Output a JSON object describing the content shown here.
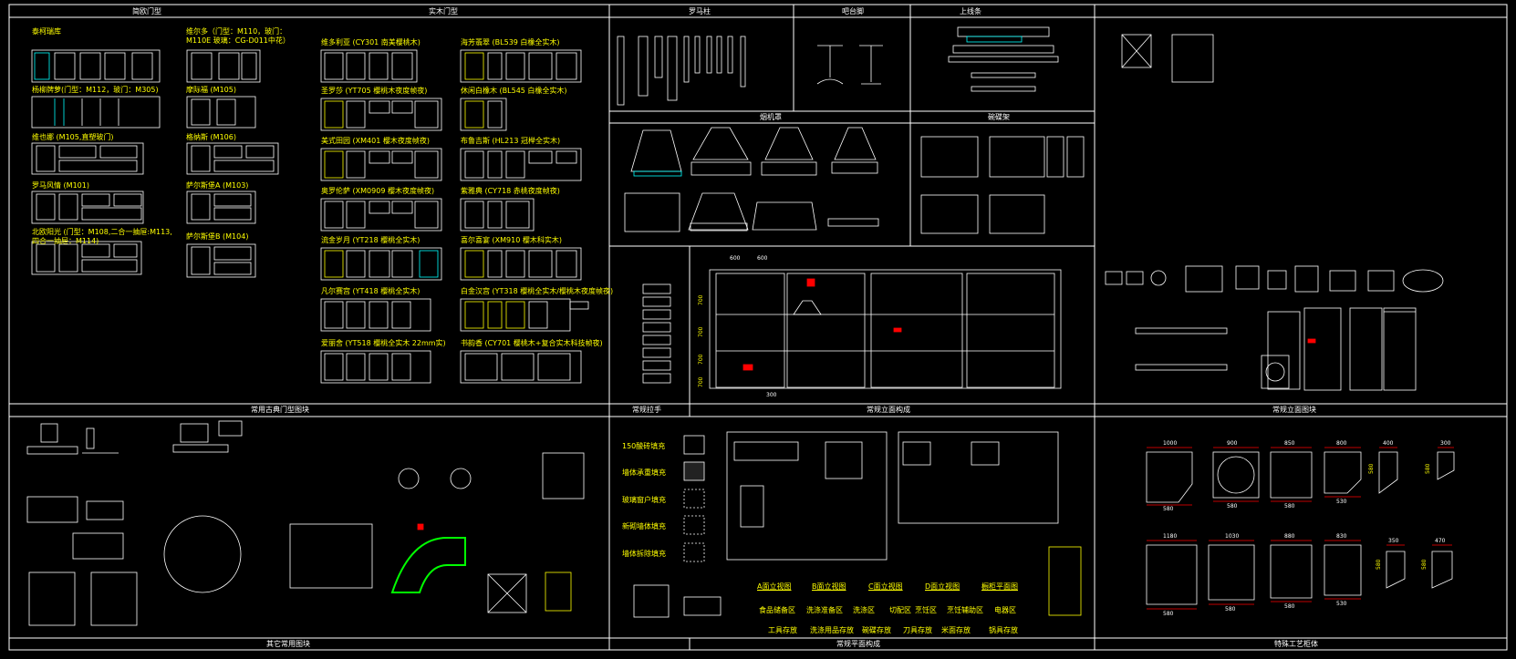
{
  "colors": {
    "bg": "#000000",
    "line": "#ffffff",
    "accent_yellow": "#ffff00",
    "accent_cyan": "#00ffff",
    "accent_red": "#ff0000",
    "accent_green": "#00ff00"
  },
  "headers": {
    "europe_door": "简欧门型",
    "solid_door": "实木门型",
    "roman_column": "罗马柱",
    "bar_stand": "吧台脚",
    "top_line": "上线条",
    "range_hood": "烟机罩",
    "shelf": "碗碟架",
    "classical_doors": "常用古典门型图块",
    "handles": "常规拉手",
    "elevation": "常规立面构成",
    "elevation_blocks": "常规立面图块",
    "other_blocks": "其它常用图块",
    "plan": "常规平面构成",
    "special": "特殊工艺柜体"
  },
  "europe_labels": [
    "泰柯瑞库",
    "维尔多（门型：M110，玻门：\nM110E 玻璃：CG-D011中花）",
    "杨柳牌萝(门型：M112，玻门：M305)",
    "摩际福 (M105)",
    "维也娜 (M105,直塑玻门)",
    "格纳斯 (M106)",
    "罗马风情 (M101)",
    "萨尔斯堡A (M103)",
    "北欧阳光 (门型：M108,二合一抽屉:M113,\n四合一抽屉：M114)",
    "萨尔斯堡B (M104)"
  ],
  "solid_labels": [
    "维多利亚 (CY301 南美樱桃木)",
    "海芳翡翠 (BL539 白橡全实木)",
    "圣罗莎 (YT705 樱桃木夜度帧夜)",
    "休闲白橡木 (BL545 白橡全实木)",
    "美式田园 (XM401 樱木夜度帧夜)",
    "布鲁吉斯 (HL213 冠榉全实木)",
    "奥罗伦萨 (XM0909 樱木夜度帧夜)",
    "紫雅典 (CY718 赤桃夜度帧夜)",
    "流金岁月 (YT218 樱桃全实木)",
    "喜尔喜宴 (XM910 樱木科实木)",
    "凡尔赛宫 (YT418 樱桃全实木)",
    "白金汉宫 (YT318 樱桃全实木/樱桃木夜度帧夜)",
    "爱丽舍 (YT518 樱桃全实木 22mm实)",
    "书韵香 (CY701 樱桃木+复合实木科技帧夜)"
  ],
  "fills": [
    "150酸砖填充",
    "墙体承重填充",
    "玻璃窗户填充",
    "新砌墙体填充",
    "墙体拆除填充"
  ],
  "plan_tags": [
    "A面立视图",
    "B面立视图",
    "C面立视图",
    "D面立视图",
    "橱柜平面图"
  ],
  "plan_zones_1": [
    "食品储备区",
    "洗涤准备区",
    "洗涤区",
    "切配区",
    "烹饪区",
    "烹饪辅助区",
    "电器区"
  ],
  "plan_zones_2": [
    "工具存放",
    "洗涤用品存放",
    "碗碟存放",
    "刀具存放",
    "米面存放",
    "锅具存放"
  ],
  "elevation_dims": {
    "top": [
      "600",
      "600"
    ],
    "side": [
      "700",
      "700",
      "700",
      "700"
    ],
    "bottom": "300"
  },
  "special_dims_top": [
    "1000",
    "900",
    "850",
    "800",
    "400",
    "300"
  ],
  "special_dims_top_b": [
    "580",
    "580",
    "580",
    "530"
  ],
  "special_dims_bot": [
    "1180",
    "1030",
    "880",
    "830",
    "350",
    "470"
  ],
  "special_dims_bot_b": [
    "580",
    "580",
    "580",
    "530"
  ],
  "special_side": [
    "580",
    "580",
    "580",
    "580"
  ]
}
